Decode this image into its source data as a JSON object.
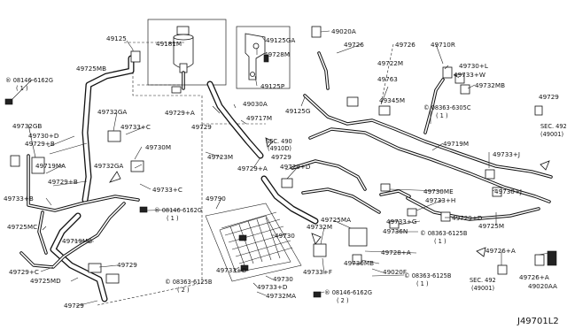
{
  "diagram_code": "J49701L2",
  "labels": {
    "p49125": "49125",
    "p49181M": "49181M",
    "p49125GA": "49125GA",
    "p49728M": "49728M",
    "p49125P": "49125P",
    "p49020A": "49020A",
    "p49726a": "49726",
    "p49726b": "49726",
    "p49710R": "49710R",
    "p49725MB": "49725MB",
    "p49722M": "49722M",
    "p49730L": "49730+L",
    "p49733W": "49733+W",
    "p49732MB": "49732MB",
    "p08146a": "® 08146-6162G",
    "p08146a_qty": "( 1 )",
    "p49763": "49763",
    "p49729r": "49729",
    "p49729A": "49729+A",
    "p49030A": "49030A",
    "p49717M": "49717M",
    "p49125G": "49125G",
    "p49345M": "49345M",
    "p08363a": "© 08363-6305C",
    "p08363a_qty": "( 1 )",
    "p49732GB": "49732GB",
    "p49732GA": "49732GA",
    "p49729c": "49729",
    "p49730D": "49730+D",
    "p49729Bb": "49729+B",
    "p49733C": "49733+C",
    "p49730Ma": "49730M",
    "p49723M": "49723M",
    "sec490": "SEC. 490",
    "sec490_ref": "(4910D)",
    "p49729A2": "49729+A",
    "p49729d": "49729",
    "p49719M": "49719M",
    "sec492a": "SEC. 492",
    "sec492a_ref": "(49001)",
    "p49733J": "49733+J",
    "p49719MA": "49719MA",
    "p49732GA2": "49732GA",
    "p49729B2": "49729+B",
    "p49733Bl": "49733+B",
    "p49733C2": "49733+C",
    "p49729Dm": "49729+D",
    "p49730J": "49730+J",
    "p49730ME": "49730ME",
    "p49733H": "49733+H",
    "p08146b": "® 08146-6162G",
    "p08146b_qty": "( 1 )",
    "p49790": "49790",
    "p49729Dr": "49729+D",
    "p49725M": "49725M",
    "p49725MC": "49725MC",
    "p49719MB": "49719MB",
    "p49725MA": "49725MA",
    "p49732M": "49732M",
    "p49733G": "49733+G",
    "p49736N": "49736N",
    "p08363b": "© 08363-6125B",
    "p08363b_qty": "( 1 )",
    "p49730c": "49730",
    "p49728A": "49728+A",
    "p49726A": "49726+A",
    "p49729Cl": "49729+C",
    "p49725MD": "49725MD",
    "p49729b": "49729",
    "p49733D": "49733+D",
    "p08363c": "© 08363-6125B",
    "p08363c_qty": "( 2 )",
    "p49730b": "49730",
    "p49733Db": "49733+D",
    "p49732MA": "49732MA",
    "p49733F": "49733+F",
    "p49730MB": "49730MB",
    "p49020F": "49020F",
    "p08363d": "© 08363-6125B",
    "p08363d_qty": "( 1 )",
    "p08146c": "® 08146-6162G",
    "p08146c_qty": "( 2 )",
    "sec492b": "SEC. 492",
    "sec492b_ref": "(49001)",
    "p49726A2": "49726+A",
    "p49020AA": "49020AA",
    "p49729bl": "49729"
  }
}
